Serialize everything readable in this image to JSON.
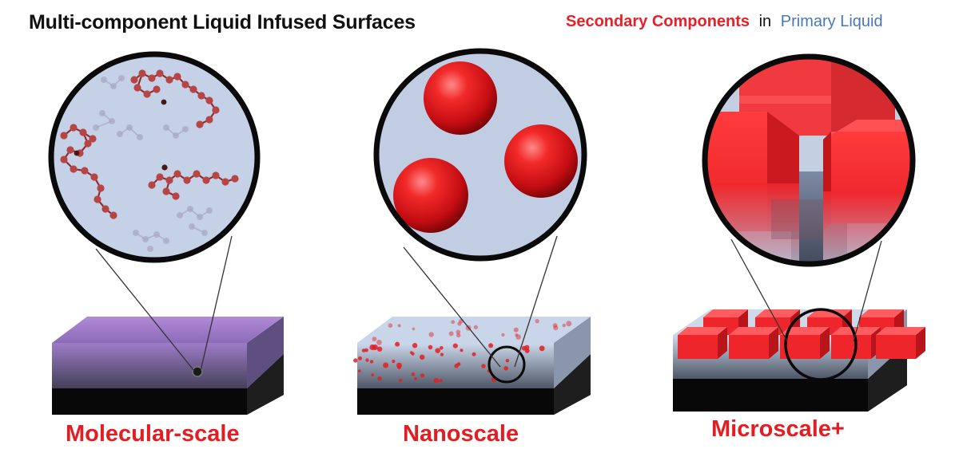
{
  "title": "Multi-component Liquid Infused Surfaces",
  "legend": {
    "secondary": "Secondary Components",
    "connector": "in",
    "primary": "Primary Liquid"
  },
  "panels": [
    {
      "label": "Molecular-scale"
    },
    {
      "label": "Nanoscale"
    },
    {
      "label": "Microscale+"
    }
  ],
  "colors": {
    "secondary": "#e41d23",
    "primary_liquid": "#bccbe2",
    "substrate": "#111111"
  }
}
